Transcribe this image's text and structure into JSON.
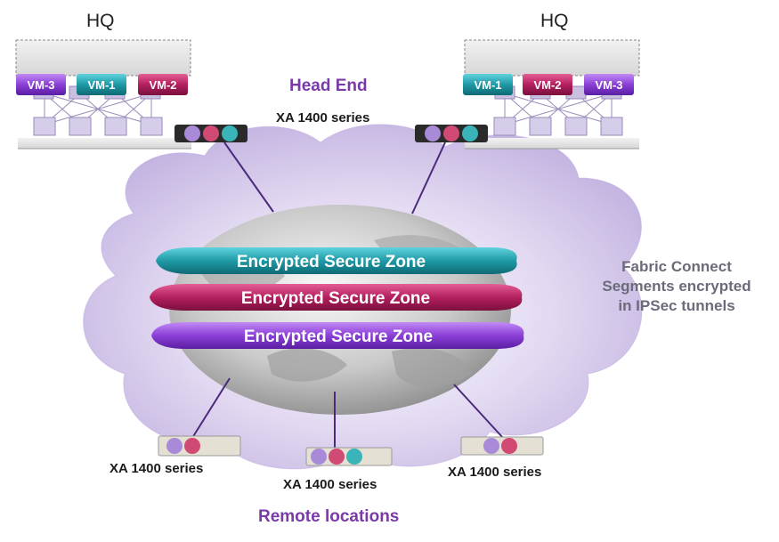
{
  "hq_left": {
    "title": "HQ",
    "vms": [
      "VM-3",
      "VM-1",
      "VM-2"
    ]
  },
  "hq_right": {
    "title": "HQ",
    "vms": [
      "VM-1",
      "VM-2",
      "VM-3"
    ]
  },
  "head_end": {
    "title": "Head End",
    "device_label": "XA 1400 series"
  },
  "zones": [
    {
      "label": "Encrypted Secure Zone",
      "color": "#1f9aa6"
    },
    {
      "label": "Encrypted Secure Zone",
      "color": "#b4205f"
    },
    {
      "label": "Encrypted Secure Zone",
      "color": "#8b3fd6"
    }
  ],
  "note": {
    "line1": "Fabric Connect",
    "line2": "Segments encrypted",
    "line3": "in IPSec tunnels"
  },
  "remote": {
    "title": "Remote locations",
    "devices": [
      "XA 1400 series",
      "XA 1400 series",
      "XA 1400 series"
    ]
  },
  "colors": {
    "vm_teal": "#1f9aa6",
    "vm_magenta": "#c01a5f",
    "vm_purple": "#8b3fd6",
    "cloud": "#cfc3e6",
    "link": "#4a2a7a",
    "accent_purple": "#7a3aa8"
  }
}
